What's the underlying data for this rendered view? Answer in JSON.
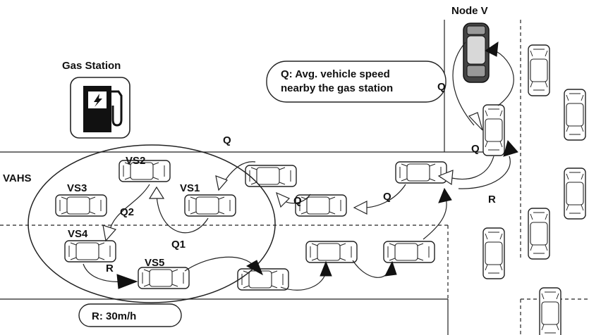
{
  "labels": {
    "node_v": "Node V",
    "gas_station": "Gas Station",
    "query_line1": "Q: Avg. vehicle speed",
    "query_line2": "nearby the gas station",
    "vahs": "VAHS",
    "vs1": "VS1",
    "vs2": "VS2",
    "vs3": "VS3",
    "vs4": "VS4",
    "vs5": "VS5",
    "q": "Q",
    "q1": "Q1",
    "q2": "Q2",
    "r": "R",
    "r_rate": "R: 30m/h"
  },
  "colors": {
    "line": "#222222",
    "background": "#ffffff",
    "car_fill": "#ffffff"
  },
  "icons": [
    "fuel-pump-icon",
    "car-icon"
  ]
}
